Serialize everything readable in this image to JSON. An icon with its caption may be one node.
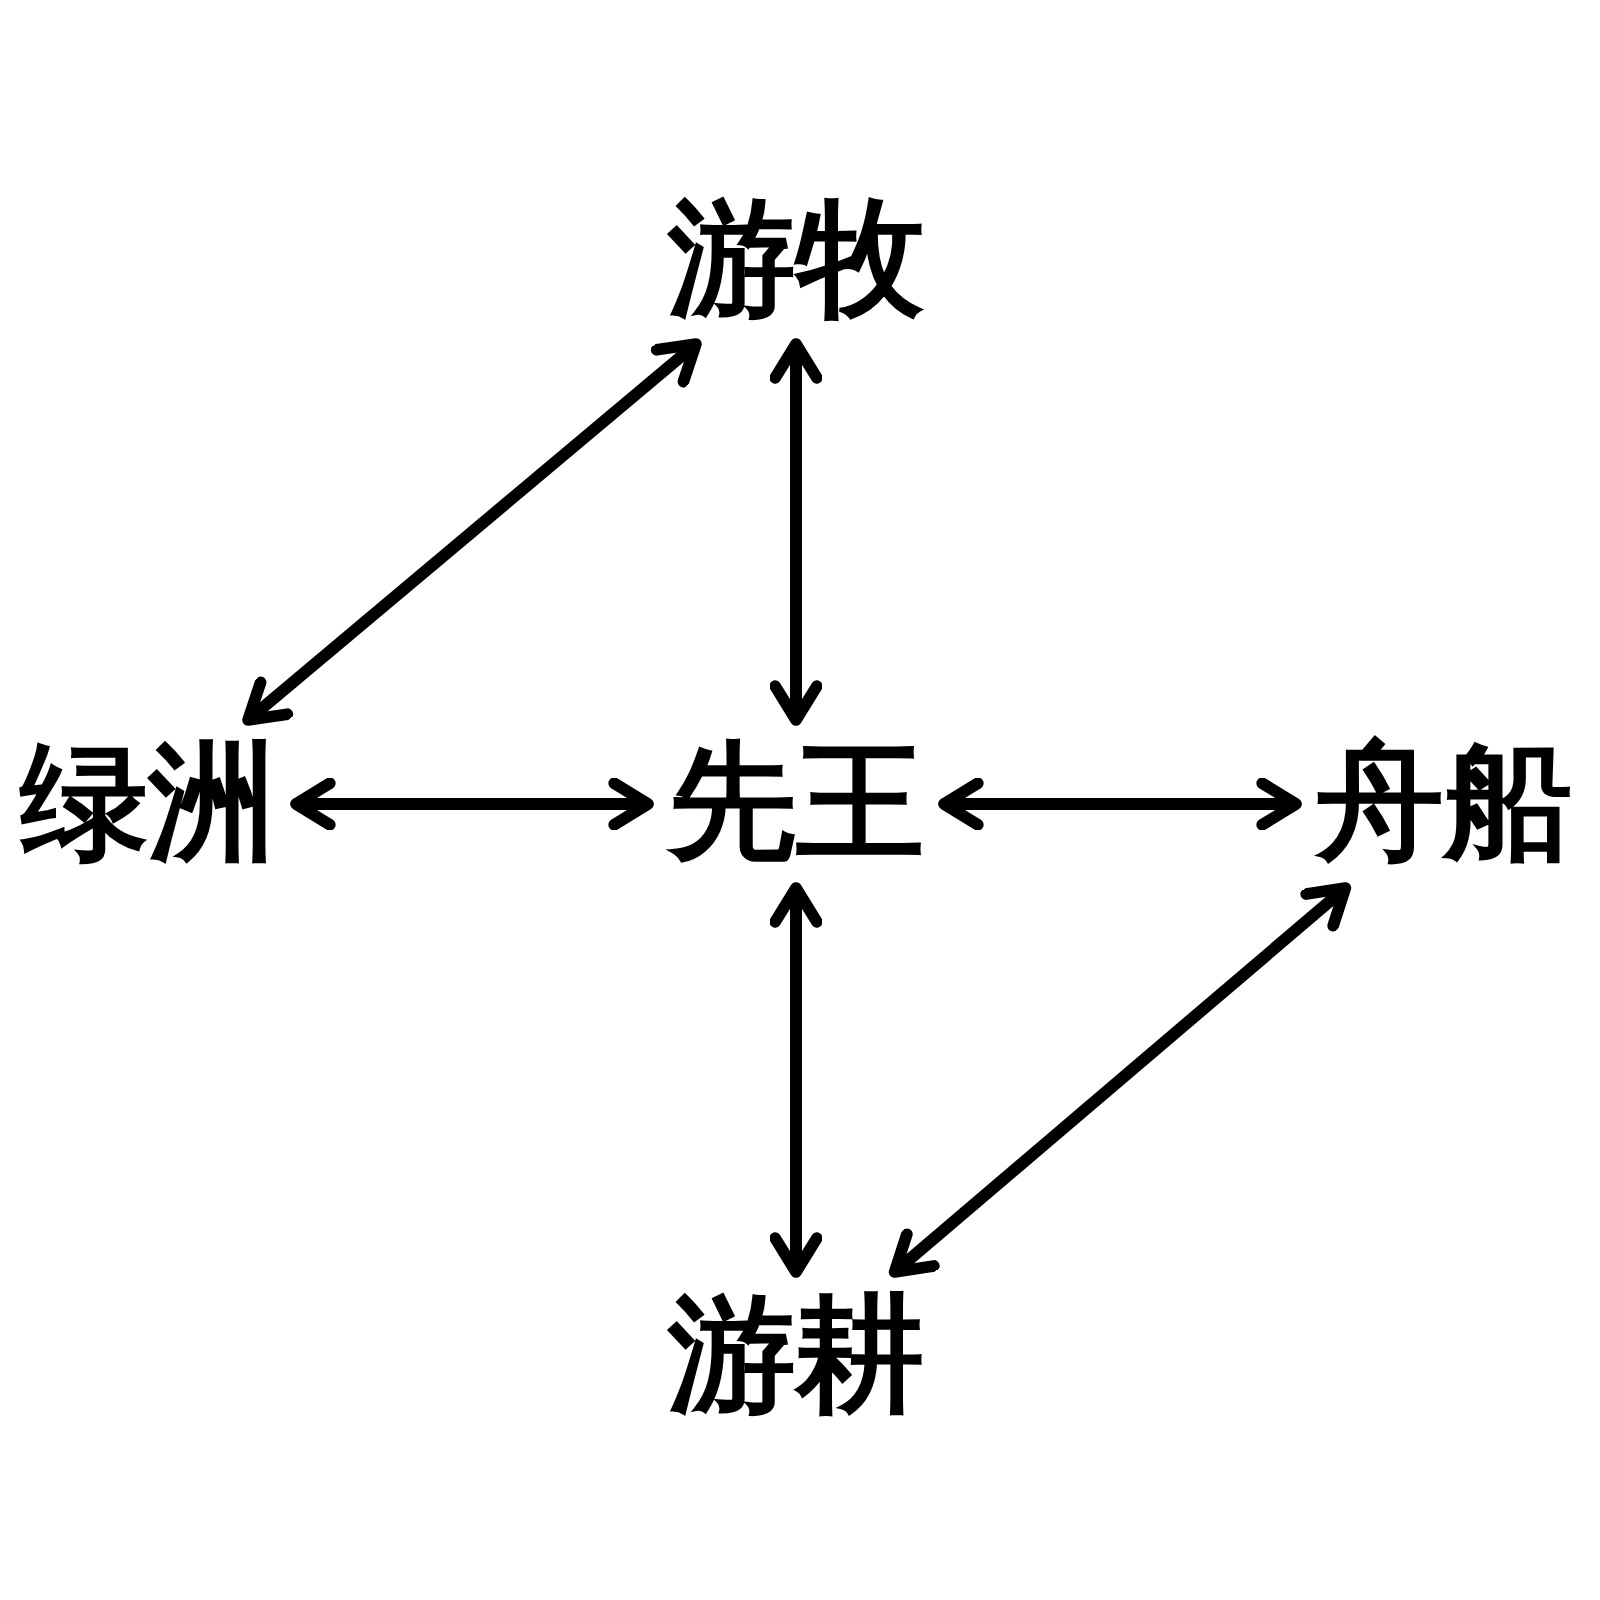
{
  "diagram": {
    "nodes": [
      {
        "text": [
          "游牧"
        ]
      },
      {
        "text": [
          "绿洲"
        ]
      },
      {
        "text": [
          "先王"
        ]
      },
      {
        "text": [
          "舟船"
        ]
      },
      {
        "text": [
          "游耕"
        ]
      }
    ],
    "edges": [
      {
        "from": 0,
        "to": 1,
        "arrow": "both"
      },
      {
        "from": 0,
        "to": 2,
        "arrow": "both"
      },
      {
        "from": 1,
        "to": 2,
        "arrow": "both"
      },
      {
        "from": 2,
        "to": 3,
        "arrow": "both"
      },
      {
        "from": 2,
        "to": 4,
        "arrow": "both"
      },
      {
        "from": 3,
        "to": 4,
        "arrow": "both"
      }
    ]
  }
}
